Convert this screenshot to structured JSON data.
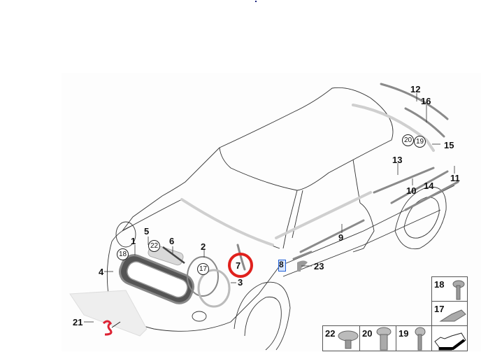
{
  "diagram": {
    "title": "Parts diagram: exterior trim and grille (front three-quarter view of hatchback)",
    "colors": {
      "highlight_primary": "#e0211d",
      "highlight_secondary": "#1f5fd6",
      "line": "#333333",
      "part_grey": "#8a8a8a"
    },
    "callouts": [
      {
        "id": "1",
        "label": "1",
        "part": "grille frame"
      },
      {
        "id": "2",
        "label": "2",
        "part": "ring (headlight surround)"
      },
      {
        "id": "3",
        "label": "3",
        "part": "ring (headlight surround)"
      },
      {
        "id": "4",
        "label": "4",
        "part": "grille"
      },
      {
        "id": "5",
        "label": "5",
        "part": "hood scoop"
      },
      {
        "id": "6",
        "label": "6",
        "part": "hood scoop trim strip"
      },
      {
        "id": "7",
        "label": "7",
        "part": "hood stripe",
        "highlighted": true,
        "highlight_color": "red"
      },
      {
        "id": "8",
        "label": "8",
        "part": "side marker trim",
        "highlighted": true,
        "highlight_color": "blue"
      },
      {
        "id": "9",
        "label": "9",
        "part": "door trim strip"
      },
      {
        "id": "10",
        "label": "10",
        "part": "side window trim"
      },
      {
        "id": "11",
        "label": "11",
        "part": "rear side trim"
      },
      {
        "id": "12",
        "label": "12",
        "part": "roof rail trim"
      },
      {
        "id": "13",
        "label": "13",
        "part": "side trim"
      },
      {
        "id": "14",
        "label": "14",
        "part": "rear quarter trim"
      },
      {
        "id": "15",
        "label": "15",
        "part": "trim end piece"
      },
      {
        "id": "16",
        "label": "16",
        "part": "roof trim"
      },
      {
        "id": "21",
        "label": "21",
        "part": "S emblem"
      },
      {
        "id": "23",
        "label": "23",
        "part": "side emblem"
      }
    ],
    "circled_refs": [
      {
        "label": "18"
      },
      {
        "label": "22"
      },
      {
        "label": "17"
      },
      {
        "label": "20"
      },
      {
        "label": "19"
      }
    ],
    "hardware_boxes": [
      {
        "label": "18",
        "part": "screw with washer"
      },
      {
        "label": "17",
        "part": "clip"
      },
      {
        "label": "22",
        "part": "expanding rivet"
      },
      {
        "label": "20",
        "part": "expanding rivet"
      },
      {
        "label": "19",
        "part": "screw"
      },
      {
        "label": "",
        "part": "direction arrow (reference)"
      }
    ]
  }
}
